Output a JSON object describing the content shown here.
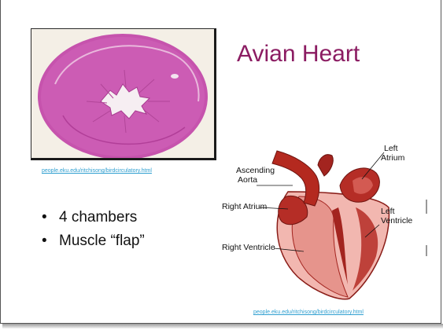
{
  "slide": {
    "title": "Avian Heart",
    "bullets": [
      "4 chambers",
      "Muscle “flap”"
    ],
    "source_link_top": "people.eku.edu/ritchisong/birdcirculatory.html",
    "source_link_bottom": "people.eku.edu/ritchisong/birdcirculatory.html"
  },
  "diagram": {
    "labels": {
      "left_atrium_1": "Left",
      "left_atrium_2": "Atrium",
      "ascending_aorta_1": "Ascending",
      "ascending_aorta_2": "Aorta",
      "right_atrium": "Right Atrium",
      "left_ventricle_1": "Left",
      "left_ventricle_2": "Ventricle",
      "right_ventricle": "Right Ventricle"
    }
  },
  "colors": {
    "title": "#8b1c62",
    "link": "#2f9fd0",
    "tissue": "#c94fb0",
    "heart_dark": "#a3241f",
    "heart_light": "#f2b7b0"
  }
}
